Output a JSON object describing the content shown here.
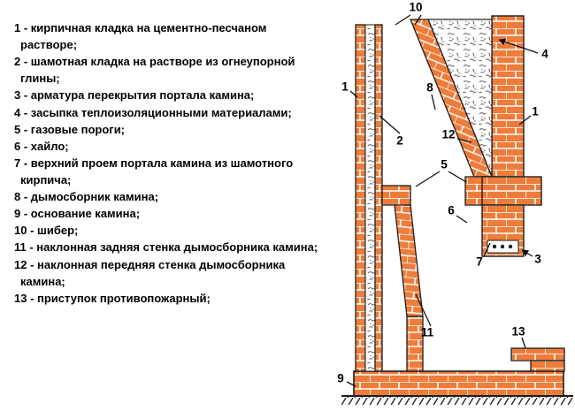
{
  "legend": {
    "items": [
      {
        "text": "1 - кирпичная кладка на цементно-песчаном растворе;"
      },
      {
        "text": "2 - шамотная кладка на растворе из огнеупорной глины;"
      },
      {
        "text": "3 - арматура перекрытия портала камина;"
      },
      {
        "text": "4 - засыпка теплоизоляционными материалами;"
      },
      {
        "text": "5 - газовые пороги;"
      },
      {
        "text": "6 - хайло;"
      },
      {
        "text": "7 - верхний проем портала камина из шамотного кирпича;"
      },
      {
        "text": "8 - дымосборник камина;"
      },
      {
        "text": "9 - основание камина;"
      },
      {
        "text": "10 - шибер;"
      },
      {
        "text": "11 - наклонная задняя стенка дымосборника камина;"
      },
      {
        "text": "12 - наклонная передняя стенка дымосборника камина;"
      },
      {
        "text": "13 - приступок противопожарный;"
      }
    ]
  },
  "diagram": {
    "callouts": [
      {
        "label": "10"
      },
      {
        "label": "4"
      },
      {
        "label": "1"
      },
      {
        "label": "8"
      },
      {
        "label": "2"
      },
      {
        "label": "12"
      },
      {
        "label": "5"
      },
      {
        "label": "6"
      },
      {
        "label": "7"
      },
      {
        "label": "3"
      },
      {
        "label": "11"
      },
      {
        "label": "13"
      },
      {
        "label": "9"
      },
      {
        "label": "1"
      }
    ],
    "colors": {
      "brick": "#ee7c3a",
      "mortar": "#ffffff",
      "outline": "#1d1d1d"
    }
  }
}
